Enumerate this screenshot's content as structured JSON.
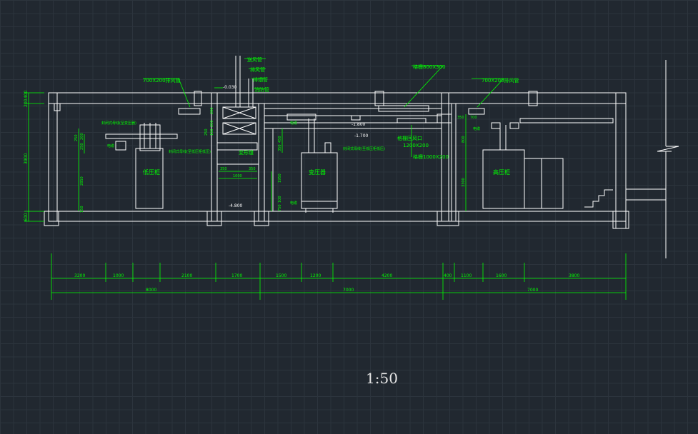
{
  "drawing": {
    "scale": "1:50",
    "colors": {
      "background": "#212830",
      "grid": "#2c343d",
      "structure": "#ffffff",
      "annotation": "#00ff00",
      "dimension": "#00ff00"
    }
  },
  "rooms": {
    "left_equipment": "低压柜",
    "middle_equipment": "变压器",
    "right_equipment": "高压柜",
    "vent_shaft": "变形缝"
  },
  "labels": {
    "duct_left": "700X200排风管",
    "duct_right": "700X200排风管",
    "supply_duct": "送风管",
    "exhaust_duct": "排风管",
    "smoke_duct": "排烟管",
    "fire_duct": "消防管",
    "grille_top": "格栅800X300",
    "return_vent": "格栅回风口",
    "return_vent_size": "1200X200",
    "grille_bottom": "格栅1000X200",
    "left_note1": "封闭式母线(至变压器)",
    "left_note2": "电缆",
    "left_note3": "封闭式母线(至低压柜低压)",
    "mid_note1": "封闭式母线(至低压柜低压)",
    "mid_note2": "电缆",
    "mid_note3": "电缆",
    "right_note1": "电缆",
    "elev_top": "-0.030",
    "elev_1": "-1.800",
    "elev_2": "-1.700",
    "elev_floor": "-4.800"
  },
  "left_dims": [
    "200",
    "400",
    "3900",
    "600"
  ],
  "left_sub_dims": [
    "250",
    "200",
    "250",
    "2850",
    "150"
  ],
  "mid_dims": [
    "200",
    "250",
    "150",
    "250",
    "350",
    "1000",
    "350"
  ],
  "mid2_dims": [
    "450",
    "350",
    "1950",
    "100",
    "750"
  ],
  "right_dims": [
    "350",
    "700",
    "800",
    "3300"
  ],
  "bottom_dims": {
    "row1": [
      "3200",
      "1000",
      "2100",
      "1700",
      "1500",
      "1200",
      "4200",
      "400",
      "1100",
      "1600",
      "3800"
    ],
    "row2": [
      "8000",
      "7000",
      "7000"
    ]
  }
}
